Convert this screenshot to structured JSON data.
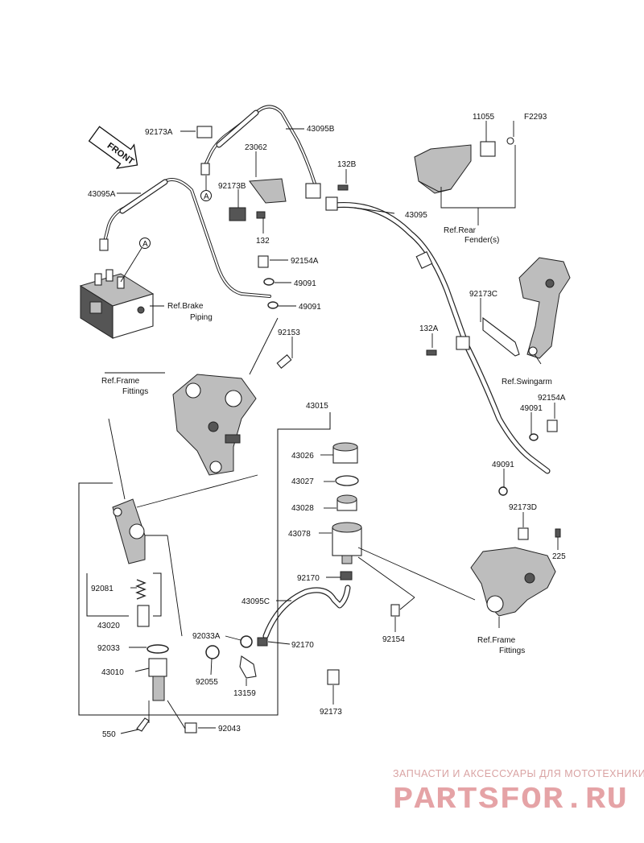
{
  "front_arrow": {
    "text": "FRONT"
  },
  "labels": {
    "p92173A": "92173A",
    "p43095B": "43095B",
    "p23062": "23062",
    "p92173B": "92173B",
    "p132B": "132B",
    "p43095A": "43095A",
    "p132": "132",
    "p43095": "43095",
    "p11055": "11055",
    "pF2293": "F2293",
    "p92154A_top": "92154A",
    "p49091_a": "49091",
    "p49091_b": "49091",
    "p92153": "92153",
    "p92173C": "92173C",
    "p132A": "132A",
    "p92154A_right": "92154A",
    "p49091_c": "49091",
    "p49091_d": "49091",
    "p43015": "43015",
    "p43026": "43026",
    "p43027": "43027",
    "p43028": "43028",
    "p43078": "43078",
    "p92170_a": "92170",
    "p43095C": "43095C",
    "p92173D": "92173D",
    "p225": "225",
    "p92081": "92081",
    "p43020": "43020",
    "p92033": "92033",
    "p92033A": "92033A",
    "p92170_b": "92170",
    "p92154": "92154",
    "p43010": "43010",
    "p92055": "92055",
    "p13159": "13159",
    "p92173": "92173",
    "p550": "550",
    "p92043": "92043",
    "circleA1": "A",
    "circleA2": "A"
  },
  "refs": {
    "rear_fender_1": "Ref.Rear",
    "rear_fender_2": "Fender(s)",
    "brake_piping_1": "Ref.Brake",
    "brake_piping_2": "Piping",
    "frame_fittings_l1": "Ref.Frame",
    "frame_fittings_l2": "Fittings",
    "swingarm": "Ref.Swingarm",
    "frame_fittings_r1": "Ref.Frame",
    "frame_fittings_r2": "Fittings"
  },
  "watermark": {
    "subtitle": "ЗАПЧАСТИ И АКСЕССУАРЫ ДЛЯ МОТОТЕХНИКИ",
    "logo": "PARTSFOR.RU"
  }
}
